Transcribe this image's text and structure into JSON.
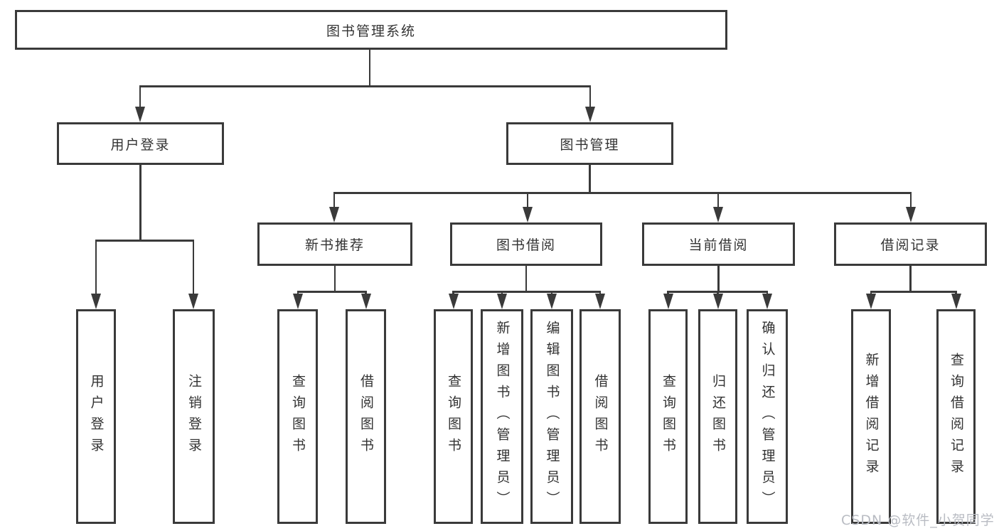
{
  "diagram": {
    "title": "图书管理系统",
    "level2": [
      {
        "label": "用户登录"
      },
      {
        "label": "图书管理"
      }
    ],
    "level3": [
      {
        "label": "新书推荐"
      },
      {
        "label": "图书借阅"
      },
      {
        "label": "当前借阅"
      },
      {
        "label": "借阅记录"
      }
    ],
    "leaves": {
      "user_login": [
        "用户登录",
        "注销登录"
      ],
      "new_book": [
        "查询图书",
        "借阅图书"
      ],
      "borrow": [
        "查询图书",
        "新增图书（管理员）",
        "编辑图书（管理员）",
        "借阅图书"
      ],
      "current": [
        "查询图书",
        "归还图书",
        "确认归还（管理员）"
      ],
      "records": [
        "新增借阅记录",
        "查询借阅记录"
      ]
    },
    "colors": {
      "line": "#3a3a3a",
      "text": "#333333",
      "watermark": "#b9bcc3",
      "background": "#ffffff"
    },
    "watermark": "CSDN @软件_小贺同学"
  }
}
